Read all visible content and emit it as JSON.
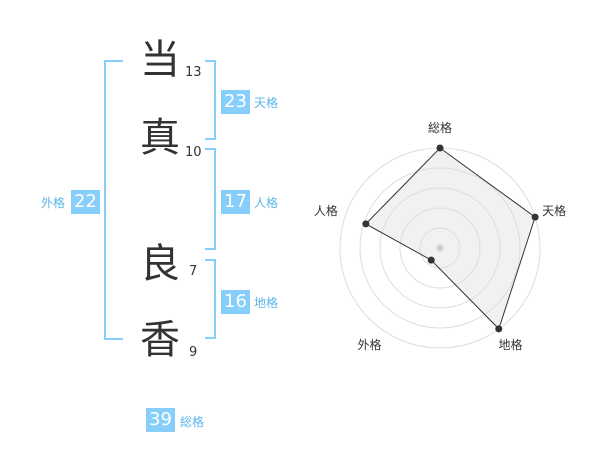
{
  "name_chars": [
    {
      "char": "当",
      "strokes": "13"
    },
    {
      "char": "真",
      "strokes": "10"
    },
    {
      "char": "良",
      "strokes": "7"
    },
    {
      "char": "香",
      "strokes": "9"
    }
  ],
  "kakusu": {
    "tenkaku": {
      "value": "23",
      "label": "天格"
    },
    "jinkaku": {
      "value": "17",
      "label": "人格"
    },
    "chikaku": {
      "value": "16",
      "label": "地格"
    },
    "gaikaku": {
      "value": "22",
      "label": "外格"
    },
    "soukaku": {
      "value": "39",
      "label": "総格"
    }
  },
  "colors": {
    "accent": "#87cefa",
    "label": "#5bb6ea",
    "text": "#333333"
  },
  "chart_data": {
    "type": "radar",
    "axes": [
      "総格",
      "天格",
      "地格",
      "外格",
      "人格"
    ],
    "values": [
      1.0,
      1.0,
      1.0,
      0.15,
      0.78
    ],
    "range": [
      0,
      1
    ],
    "rings": 5
  }
}
